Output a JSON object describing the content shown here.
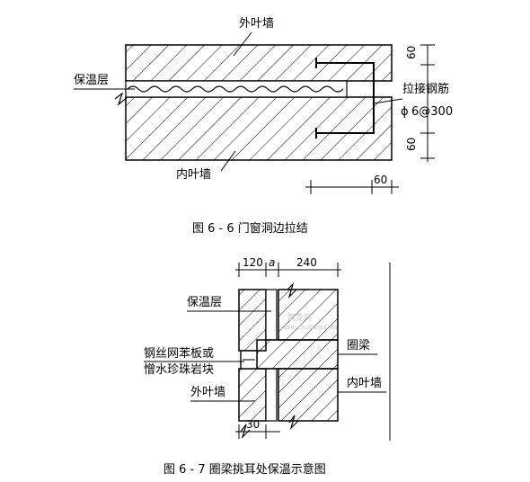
{
  "figure_6_6": {
    "caption": "图 6 - 6   门窗洞边拉结",
    "outer_wall": "外叶墙",
    "insulation": "保温层",
    "inner_wall": "内叶墙",
    "tie_bar": "拉接钢筋",
    "tie_spec": "6@300",
    "phi_symbol": "ϕ",
    "dim_top": "60",
    "dim_bottom": "60",
    "dim_right": "60"
  },
  "figure_6_7": {
    "caption": "图 6 - 7   圈梁挑耳处保温示意图",
    "dim_120": "120",
    "dim_a": "a",
    "dim_240": "240",
    "insulation": "保温层",
    "ring_beam": "圈梁",
    "mesh_board_1": "钢丝网苯板或",
    "mesh_board_2": "憎水珍珠岩块",
    "outer_wall": "外叶墙",
    "inner_wall": "内叶墙",
    "dim_30": "30"
  },
  "watermark": {
    "line1": "筑龙网",
    "line2": "www.zhulong.com"
  }
}
